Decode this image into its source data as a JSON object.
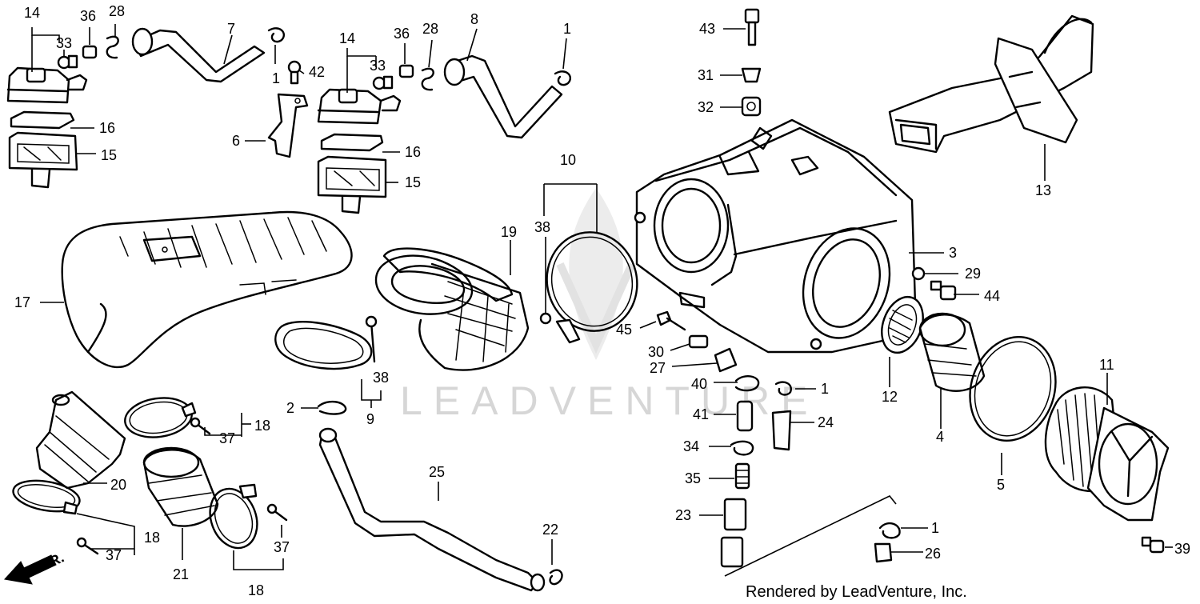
{
  "watermark": "LEADVENTURE",
  "credit": "Rendered by LeadVenture, Inc.",
  "direction_label": "FR.",
  "callouts": [
    {
      "id": "c14a",
      "text": "14"
    },
    {
      "id": "c36a",
      "text": "36"
    },
    {
      "id": "c28a",
      "text": "28"
    },
    {
      "id": "c33a",
      "text": "33"
    },
    {
      "id": "c7",
      "text": "7"
    },
    {
      "id": "c1a",
      "text": "1"
    },
    {
      "id": "c42",
      "text": "42"
    },
    {
      "id": "c16a",
      "text": "16"
    },
    {
      "id": "c15a",
      "text": "15"
    },
    {
      "id": "c6",
      "text": "6"
    },
    {
      "id": "c14b",
      "text": "14"
    },
    {
      "id": "c36b",
      "text": "36"
    },
    {
      "id": "c28b",
      "text": "28"
    },
    {
      "id": "c33b",
      "text": "33"
    },
    {
      "id": "c8",
      "text": "8"
    },
    {
      "id": "c1b",
      "text": "1"
    },
    {
      "id": "c16b",
      "text": "16"
    },
    {
      "id": "c15b",
      "text": "15"
    },
    {
      "id": "c43",
      "text": "43"
    },
    {
      "id": "c31",
      "text": "31"
    },
    {
      "id": "c32",
      "text": "32"
    },
    {
      "id": "c13",
      "text": "13"
    },
    {
      "id": "c10",
      "text": "10"
    },
    {
      "id": "c38a",
      "text": "38"
    },
    {
      "id": "c19",
      "text": "19"
    },
    {
      "id": "c3",
      "text": "3"
    },
    {
      "id": "c29",
      "text": "29"
    },
    {
      "id": "c44",
      "text": "44"
    },
    {
      "id": "c17",
      "text": "17"
    },
    {
      "id": "c45",
      "text": "45"
    },
    {
      "id": "c30",
      "text": "30"
    },
    {
      "id": "c27",
      "text": "27"
    },
    {
      "id": "c38b",
      "text": "38"
    },
    {
      "id": "c40",
      "text": "40"
    },
    {
      "id": "c1c",
      "text": "1"
    },
    {
      "id": "c12",
      "text": "12"
    },
    {
      "id": "c11",
      "text": "11"
    },
    {
      "id": "c2",
      "text": "2"
    },
    {
      "id": "c9",
      "text": "9"
    },
    {
      "id": "c41",
      "text": "41"
    },
    {
      "id": "c24",
      "text": "24"
    },
    {
      "id": "c4",
      "text": "4"
    },
    {
      "id": "c37a",
      "text": "37"
    },
    {
      "id": "c18a",
      "text": "18"
    },
    {
      "id": "c25",
      "text": "25"
    },
    {
      "id": "c34",
      "text": "34"
    },
    {
      "id": "c20",
      "text": "20"
    },
    {
      "id": "c35",
      "text": "35"
    },
    {
      "id": "c5",
      "text": "5"
    },
    {
      "id": "c23",
      "text": "23"
    },
    {
      "id": "c22",
      "text": "22"
    },
    {
      "id": "c1d",
      "text": "1"
    },
    {
      "id": "c18b",
      "text": "18"
    },
    {
      "id": "c37b",
      "text": "37"
    },
    {
      "id": "c26",
      "text": "26"
    },
    {
      "id": "c39",
      "text": "39"
    },
    {
      "id": "c21",
      "text": "21"
    },
    {
      "id": "c37c",
      "text": "37"
    },
    {
      "id": "c18c",
      "text": "18"
    }
  ]
}
